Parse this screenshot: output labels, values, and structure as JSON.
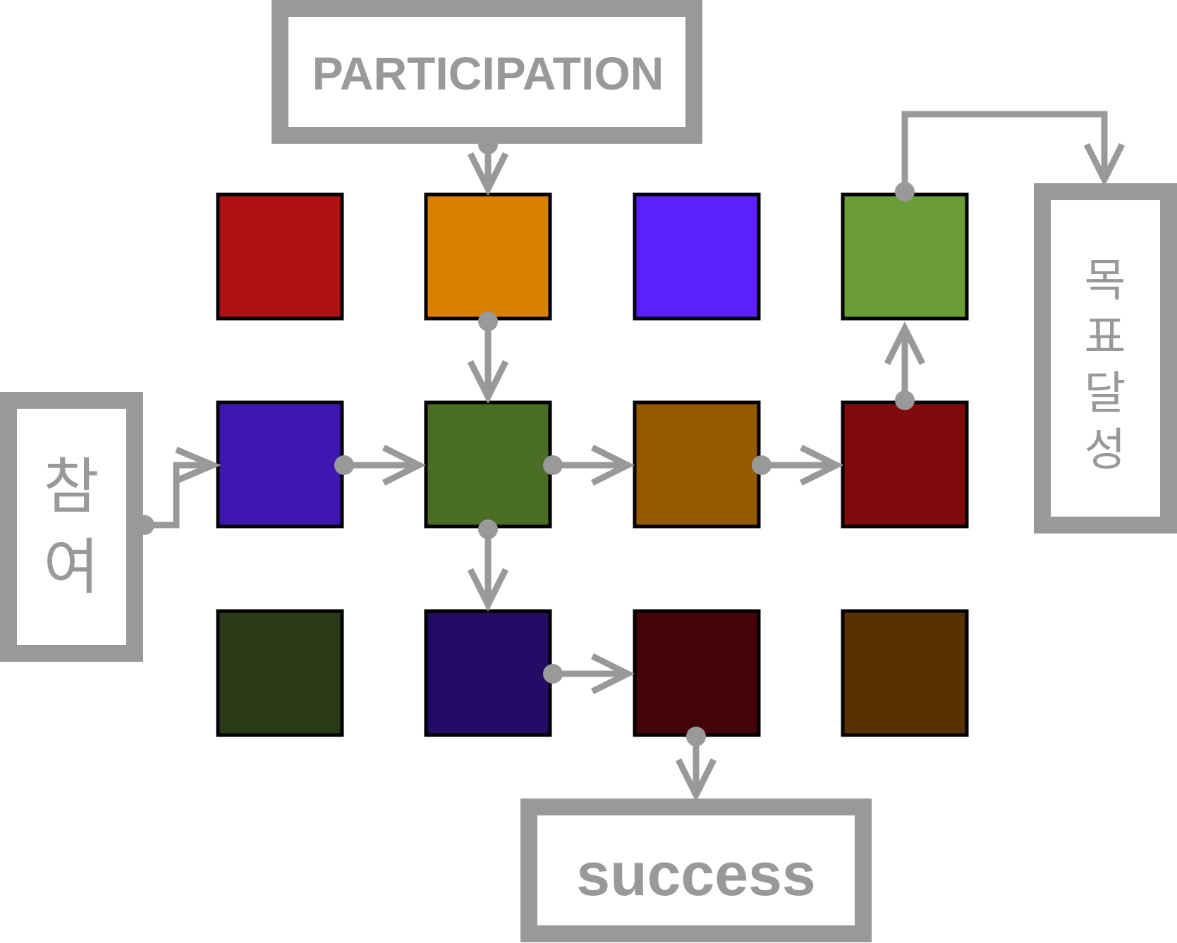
{
  "diagram": {
    "labels": {
      "participation": "PARTICIPATION",
      "success": "success",
      "participation_ko": [
        "참",
        "여"
      ],
      "goal_ko": [
        "목",
        "표",
        "달",
        "성"
      ]
    },
    "colors": {
      "frame": "#999999",
      "box_border": "#000000",
      "background": "#ffffff"
    },
    "grid": [
      [
        {
          "id": "r1c1",
          "color": "#b01214"
        },
        {
          "id": "r1c2",
          "color": "#d98000"
        },
        {
          "id": "r1c3",
          "color": "#5b22ff"
        },
        {
          "id": "r1c4",
          "color": "#6a9d35"
        }
      ],
      [
        {
          "id": "r2c1",
          "color": "#3f16b1"
        },
        {
          "id": "r2c2",
          "color": "#4a6d24"
        },
        {
          "id": "r2c3",
          "color": "#955a00"
        },
        {
          "id": "r2c4",
          "color": "#800a0c"
        }
      ],
      [
        {
          "id": "r3c1",
          "color": "#283a16"
        },
        {
          "id": "r3c2",
          "color": "#230c65"
        },
        {
          "id": "r3c3",
          "color": "#440407"
        },
        {
          "id": "r3c4",
          "color": "#573200"
        }
      ]
    ],
    "flow": [
      {
        "from": "participation-ko",
        "to": "r2c1"
      },
      {
        "from": "participation",
        "to": "r1c2"
      },
      {
        "from": "r1c2",
        "to": "r2c2"
      },
      {
        "from": "r2c1",
        "to": "r2c2"
      },
      {
        "from": "r2c2",
        "to": "r2c3"
      },
      {
        "from": "r2c3",
        "to": "r2c4"
      },
      {
        "from": "r2c2",
        "to": "r3c2"
      },
      {
        "from": "r3c2",
        "to": "r3c3"
      },
      {
        "from": "r3c3",
        "to": "success"
      },
      {
        "from": "r2c4",
        "to": "r1c4"
      },
      {
        "from": "r1c4",
        "to": "goal-ko"
      }
    ]
  }
}
